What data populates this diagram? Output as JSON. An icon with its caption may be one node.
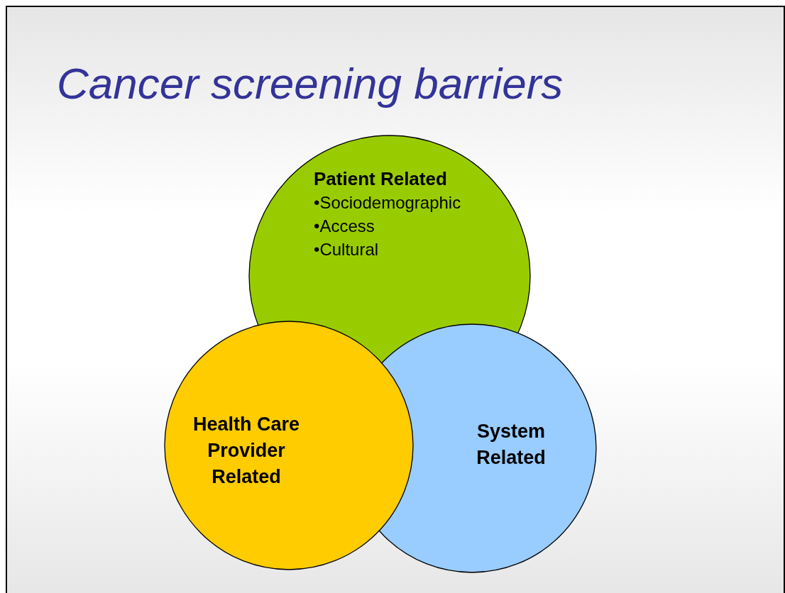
{
  "diagram": {
    "title": "Cancer screening barriers",
    "nodes": [
      {
        "text": [
          "Patient Related",
          "•Sociodemographic",
          "•Access",
          "•Cultural"
        ]
      },
      {
        "text": [
          "Health Care Provider Related"
        ]
      },
      {
        "text": [
          "System Related"
        ]
      }
    ],
    "edges": []
  }
}
